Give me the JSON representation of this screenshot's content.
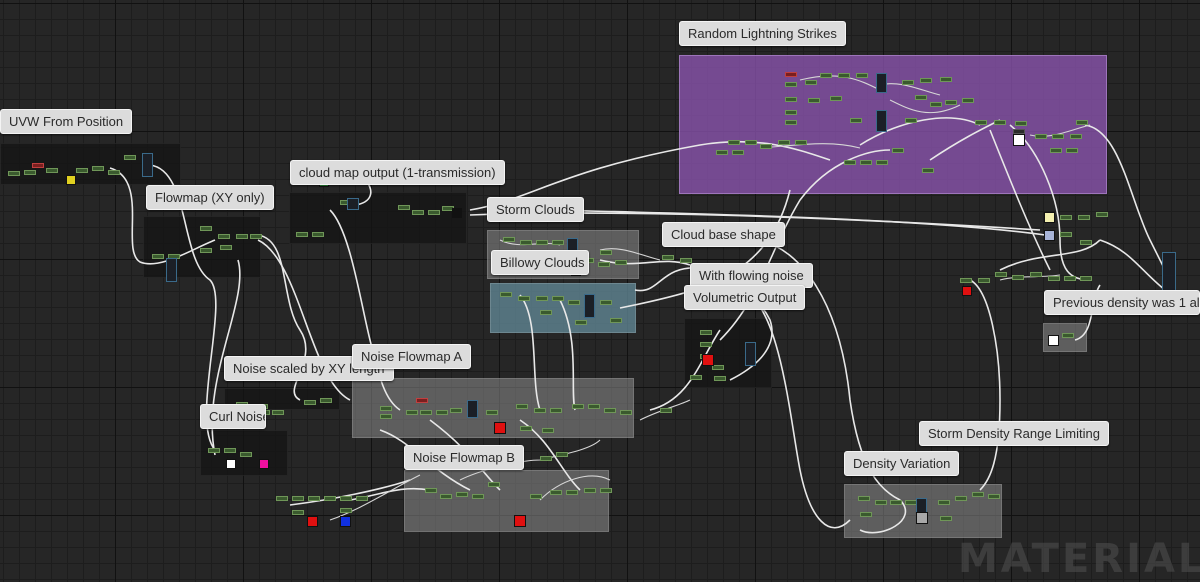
{
  "graph": {
    "colors": {
      "background": "#262626",
      "comment_gray": "#8c8c8c",
      "comment_purple": "#8c55af",
      "comment_teal": "#648c9b",
      "node": "#3a5a2e",
      "wire": "#e8e8e8"
    },
    "comments": [
      {
        "id": "random-lightning-strikes",
        "label": "Random Lightning Strikes"
      },
      {
        "id": "uvw-from-position",
        "label": "UVW From Position"
      },
      {
        "id": "flowmap-xy-only",
        "label": "Flowmap (XY only)"
      },
      {
        "id": "cloud-map-output",
        "label": "cloud map output (1-transmission)"
      },
      {
        "id": "storm-clouds",
        "label": "Storm Clouds"
      },
      {
        "id": "billowy-clouds",
        "label": "Billowy Clouds"
      },
      {
        "id": "cloud-base-shape",
        "label": "Cloud base shape"
      },
      {
        "id": "with-flowing-noise",
        "label": "With flowing noise"
      },
      {
        "id": "volumetric-output",
        "label": "Volumetric Output"
      },
      {
        "id": "previous-density",
        "label": "Previous density was 1 al"
      },
      {
        "id": "noise-scaled-by-xy-length",
        "label": "Noise scaled by XY length"
      },
      {
        "id": "noise-flowmap-a",
        "label": "Noise Flowmap A"
      },
      {
        "id": "curl-noise",
        "label": "Curl Noise"
      },
      {
        "id": "noise-flowmap-b",
        "label": "Noise Flowmap B"
      },
      {
        "id": "density-variation",
        "label": "Density Variation"
      },
      {
        "id": "storm-density-range-limiting",
        "label": "Storm Density Range Limiting"
      }
    ],
    "watermark": "MATERIAL"
  }
}
